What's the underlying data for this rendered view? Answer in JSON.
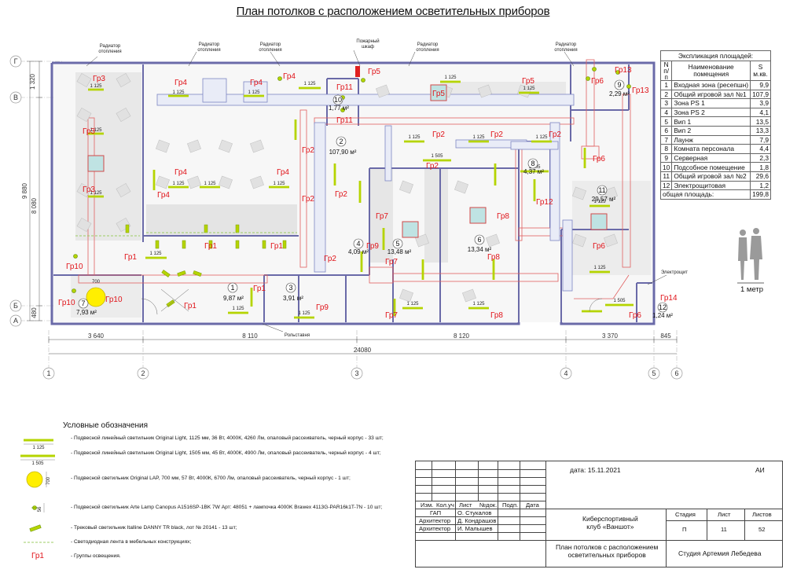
{
  "title": "План потолков с расположением осветительных приборов",
  "grid": {
    "rows": [
      "Г",
      "В",
      "Б",
      "А"
    ],
    "cols": [
      "1",
      "2",
      "3",
      "4",
      "5",
      "6"
    ],
    "dims_bottom": [
      "3 640",
      "8 110",
      "8 120",
      "3 370",
      "845"
    ],
    "dim_total": "24080",
    "dims_left": [
      "1 320",
      "9 880",
      "8 080",
      "480"
    ]
  },
  "callouts": {
    "radiator": "Радиатор\nотопления",
    "fire_cabinet": "Пожарный\nшкаф",
    "shutter": "Рольставня",
    "electro": "Электрощит"
  },
  "rooms": [
    {
      "n": "1",
      "area": "9,87 м²"
    },
    {
      "n": "2",
      "area": "107,90 м²"
    },
    {
      "n": "3",
      "area": "3,91 м²"
    },
    {
      "n": "4",
      "area": "4,09 м²"
    },
    {
      "n": "5",
      "area": "13,48 м²"
    },
    {
      "n": "6",
      "area": "13,34 м²"
    },
    {
      "n": "7",
      "area": "7,93 м²"
    },
    {
      "n": "8",
      "area": "4,37 м²"
    },
    {
      "n": "9",
      "area": "2,29 м²"
    },
    {
      "n": "10",
      "area": "1,77 м²"
    },
    {
      "n": "11",
      "area": "29,57 м²"
    },
    {
      "n": "12",
      "area": "1,24 м²"
    }
  ],
  "light_label_short": "1 125",
  "light_label_long": "1 505",
  "round_light_size": "700",
  "groups": {
    "g1": "Гр1",
    "g2": "Гр2",
    "g3": "Гр3",
    "g4": "Гр4",
    "g5": "Гр5",
    "g6": "Гр6",
    "g7": "Гр7",
    "g8": "Гр8",
    "g9": "Гр9",
    "g10": "Гр10",
    "g11": "Гр11",
    "g12": "Гр12",
    "g13": "Гр13",
    "g14": "Гр14"
  },
  "explication": {
    "caption": "Экспликация площадей:",
    "head_n": "N п/п",
    "head_name": "Наименование помещения",
    "head_s": "S м.кв.",
    "rows": [
      {
        "n": "1",
        "name": "Входная зона (ресепшн)",
        "s": "9,9"
      },
      {
        "n": "2",
        "name": "Общий игровой зал №1",
        "s": "107,9"
      },
      {
        "n": "3",
        "name": "Зона PS 1",
        "s": "3,9"
      },
      {
        "n": "4",
        "name": "Зона PS 2",
        "s": "4,1"
      },
      {
        "n": "5",
        "name": "Вип 1",
        "s": "13,5"
      },
      {
        "n": "6",
        "name": "Вип 2",
        "s": "13,3"
      },
      {
        "n": "7",
        "name": "Лаунж",
        "s": "7,9"
      },
      {
        "n": "8",
        "name": "Комната персонала",
        "s": "4,4"
      },
      {
        "n": "9",
        "name": "Серверная",
        "s": "2,3"
      },
      {
        "n": "10",
        "name": "Подсобное помещение",
        "s": "1,8"
      },
      {
        "n": "11",
        "name": "Общий игровой зал №2",
        "s": "29,6"
      },
      {
        "n": "12",
        "name": "Электрощитовая",
        "s": "1,2"
      }
    ],
    "total_label": "общая площадь:",
    "total": "199,8"
  },
  "scale_label": "1 метр",
  "legend": {
    "title": "Условные обозначения",
    "items": [
      {
        "text": "- Подвесной линейный светильник Original Light, 1125 мм, 36 Вт, 4000К, 4260 Лм, опаловый рассеиватель, черный корпус - 33 шт;"
      },
      {
        "text": "- Подвесной линейный светильник Original Light, 1505 мм, 45 Вт, 4000К, 4900 Лм, опаловый рассеиватель, черный корпус - 4 шт;"
      },
      {
        "text": "- Подвесной светильник Original LAP, 700 мм, 57 Вт, 4000К, 6700 Лм, опаловый рассеиватель, черный корпус - 1 шт;"
      },
      {
        "text": "- Подвесной светильник Arte Lamp Canopus A1516SP-1BK 7W Арт: 48051 + лампочка 4000K Brawex 4113G-PAR16k1T-7N - 10 шт;"
      },
      {
        "text": "- Трековый светильник Italline DANNY TR black, лот № 20141 - 13 шт;"
      },
      {
        "text": "- Светодиодная лента в мебельных конструкциях;"
      },
      {
        "text": "- Группы освещения."
      }
    ],
    "gr_sample": "Гр1",
    "small_dim": "56"
  },
  "stamp": {
    "date": "дата: 15.11.2021",
    "code": "АИ",
    "hdr": [
      "Изм.",
      "Кол.уч",
      "Лист",
      "№док.",
      "Подп.",
      "Дата"
    ],
    "roles": [
      {
        "role": "ГАП",
        "name": "О. Стукалов"
      },
      {
        "role": "Архитектор",
        "name": "Д. Кондрашов"
      },
      {
        "role": "Архитектор",
        "name": "И. Малышев"
      }
    ],
    "project": "Киберспортивный\nклуб «Ваншот»",
    "sheet_title": "План потолков с расположением\nосветительных приборов",
    "stage_label": "Стадия",
    "sheet_label": "Лист",
    "sheets_label": "Листов",
    "stage": "П",
    "sheet": "11",
    "sheets": "52",
    "studio": "Студия Артемия Лебедева"
  }
}
